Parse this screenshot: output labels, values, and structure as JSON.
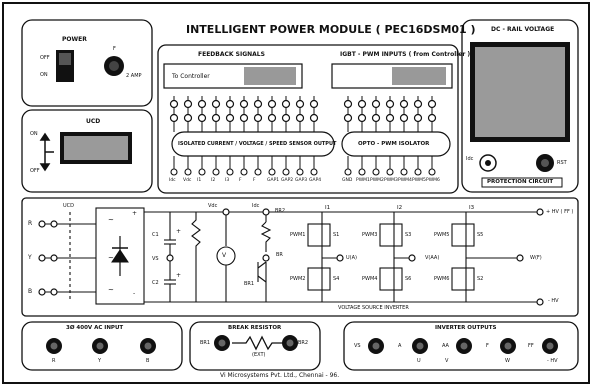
{
  "title": "INTELLIGENT POWER MODULE  ( PEC16DSM01 )",
  "power": {
    "label": "POWER",
    "off": "OFF",
    "on": "ON",
    "fuse_label": "F",
    "fuse_rating": "2 AMP"
  },
  "ucd": {
    "label": "UCD",
    "on": "ON",
    "off": "OFF"
  },
  "feedback": {
    "title": "FEEDBACK SIGNALS",
    "to_controller": "To  Controller",
    "sensor_output": "ISOLATED CURRENT / VOLTAGE / SPEED SENSOR OUTPUT",
    "pins": [
      "Idc",
      "Vdc",
      "I1",
      "I2",
      "I3",
      "F",
      "F",
      "GAP1",
      "GAP2",
      "GAP3",
      "GAP4"
    ]
  },
  "igbt": {
    "title": "IGBT - PWM  INPUTS  ( from Controller )",
    "opto": "OPTO - PWM  ISOLATOR",
    "pins": [
      "GND",
      "PWM1",
      "PWM2",
      "PWM3",
      "PWM4",
      "PWM5",
      "PWM6"
    ]
  },
  "dc_rail": {
    "title": "DC - RAIL  VOLTAGE",
    "ilim": "Idc",
    "rst": "RST",
    "protection": "PROTECTION  CIRCUIT"
  },
  "power_circuit": {
    "ucd": "UCD",
    "phases": [
      "R",
      "Y",
      "B"
    ],
    "vdc": "Vdc",
    "idc": "Idc",
    "br2_top": "BR2",
    "br1": "BR1",
    "c1": "C1",
    "c2": "C2",
    "vs": "VS",
    "br": "BR",
    "plus": "+",
    "minus": "-",
    "tilde": "~",
    "volt": "V",
    "currents": [
      "I1",
      "I2",
      "I3"
    ],
    "pwm": [
      "PWM1",
      "PWM2",
      "PWM3",
      "PWM4",
      "PWM5",
      "PWM6"
    ],
    "switches": [
      "S1",
      "S4",
      "S3",
      "S6",
      "S5",
      "S2"
    ],
    "u": "U(A)",
    "v": "V(AA)",
    "w": "W(F)",
    "hv_plus": "+ HV ( FF )",
    "hv_minus": "- HV",
    "vsi": "VOLTAGE  SOURCE  INVERTER"
  },
  "ac_input": {
    "title": "3Ø  400V  AC  INPUT",
    "labels": [
      "R",
      "Y",
      "B"
    ]
  },
  "brake": {
    "title": "BREAK RESISTOR",
    "br1": "BR1",
    "br2": "BR2",
    "ext": "(EXT)"
  },
  "inverter": {
    "title": "INVERTER  OUTPUTS",
    "labels": [
      "VS",
      "A",
      "AA",
      "F",
      "FF"
    ],
    "bottom": [
      "",
      "U",
      "",
      "W",
      "- HV"
    ],
    "mid": "V"
  },
  "footer": "Vi Microsystems Pvt. Ltd.,    Chennai - 96."
}
